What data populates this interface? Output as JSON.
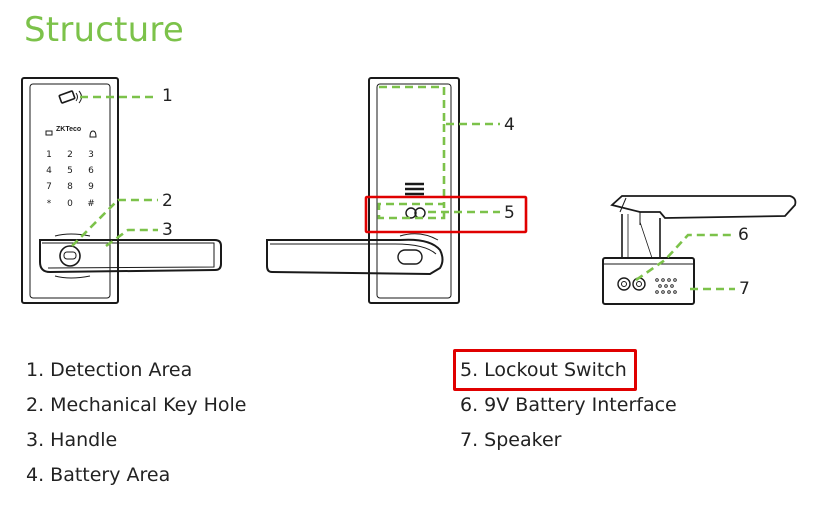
{
  "title": "Structure",
  "diagram": {
    "callout_numbers": [
      "1",
      "2",
      "3",
      "4",
      "5",
      "6",
      "7"
    ],
    "keypad_keys": [
      "1",
      "2",
      "3",
      "4",
      "5",
      "6",
      "7",
      "8",
      "9",
      "*",
      "0",
      "#"
    ],
    "brand_logo": "ZKTeco"
  },
  "legend_left": [
    "1. Detection Area",
    "2. Mechanical Key Hole",
    "3. Handle",
    "4. Battery Area"
  ],
  "legend_right": [
    "5. Lockout Switch",
    "6. 9V Battery Interface",
    "7. Speaker"
  ],
  "highlighted_item": "5. Lockout Switch",
  "colors": {
    "title": "#7cc24a",
    "callout_line": "#7cc24a",
    "highlight": "#e00000",
    "outline": "#1a1a1a"
  }
}
